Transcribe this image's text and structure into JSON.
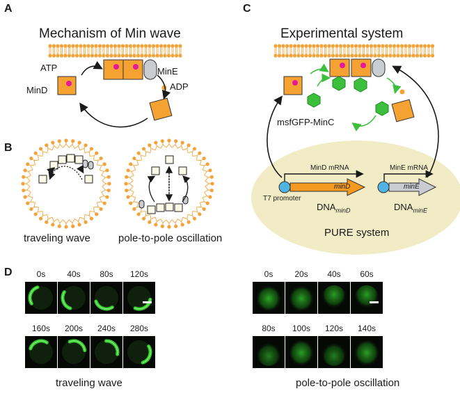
{
  "panels": {
    "a": "A",
    "b": "B",
    "c": "C",
    "d": "D"
  },
  "panel_a": {
    "title": "Mechanism of Min wave",
    "atp": "ATP",
    "mind": "MinD",
    "mine": "MinE",
    "adp": "ADP"
  },
  "panel_b": {
    "traveling": "traveling wave",
    "pole": "pole-to-pole oscillation"
  },
  "panel_c": {
    "title": "Experimental system",
    "mincprotein": "msfGFP-MinC",
    "mind_mrna": "MinD mRNA",
    "mine_mrna": "MinE mRNA",
    "promoter": "T7 promoter",
    "gene_mind": "minD",
    "gene_mine": "minE",
    "dna_prefix": "DNA",
    "dna_mind_sub": "minD",
    "dna_mine_sub": "minE",
    "pure": "PURE system"
  },
  "panel_d": {
    "left_caption": "traveling wave",
    "right_caption": "pole-to-pole oscillation",
    "left_times": [
      "0s",
      "40s",
      "80s",
      "120s",
      "160s",
      "200s",
      "240s",
      "280s"
    ],
    "right_times": [
      "0s",
      "20s",
      "40s",
      "60s",
      "80s",
      "100s",
      "120s",
      "140s"
    ]
  },
  "colors": {
    "membrane": "#f2a33a",
    "mind_box": "#f5a232",
    "atp_dot": "#e6199b",
    "mine": "#c9cdd2",
    "minc": "#3cbf3c",
    "pure_bg": "#f1ecc6",
    "promoter": "#4fb3e3",
    "fluor": "#36d12e"
  }
}
